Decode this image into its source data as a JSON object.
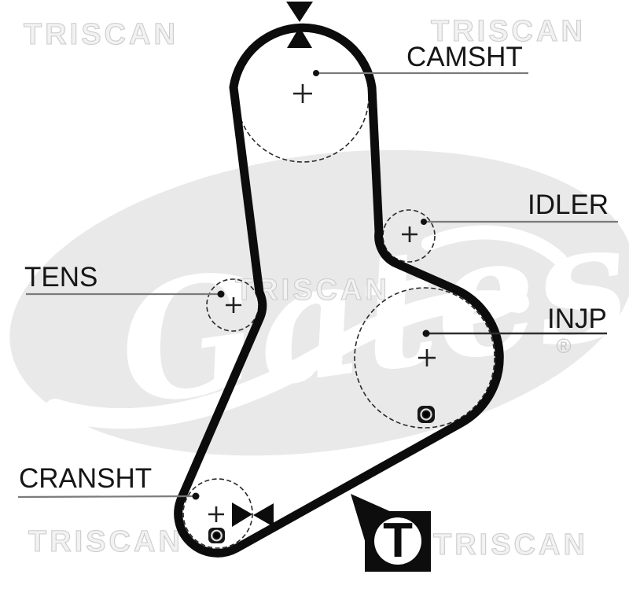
{
  "diagram": {
    "type": "timing-belt-routing",
    "labels": {
      "camshaft": "CAMSHT",
      "idler": "IDLER",
      "tensioner": "TENS",
      "injection_pump": "INJP",
      "crankshaft": "CRANSHT"
    },
    "timing_mark_symbol": "T",
    "colors": {
      "belt": "#0c0c0c",
      "leader_line": "#7b7b7b",
      "label_text": "#161616",
      "watermark_gray": "#e9e9e9",
      "watermark_outline": "#cccccc"
    }
  },
  "watermarks": {
    "brand_text": "TRISCAN",
    "logo_script_text": "Gates",
    "registered_symbol": "®"
  }
}
